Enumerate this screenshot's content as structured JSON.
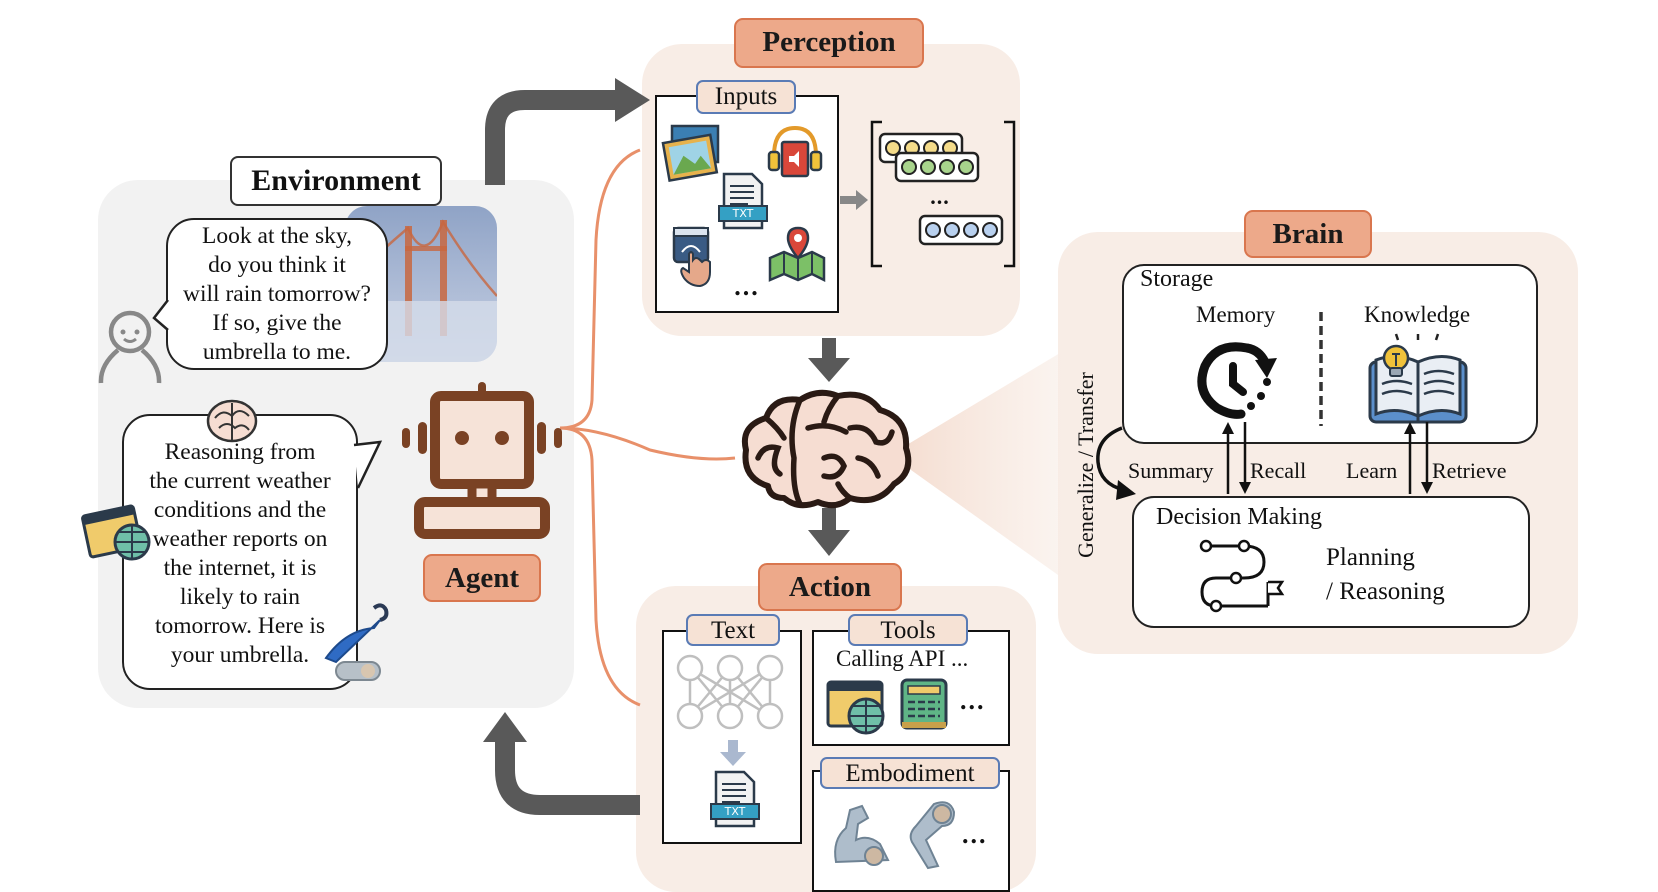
{
  "figure": {
    "title": "LLM-based Agent Framework",
    "colors": {
      "accent_fill": "#eda98a",
      "accent_border": "#d9764e",
      "module_background": "#f8ede6",
      "environment_background": "#f2f2f2",
      "arrow_gray": "#595959",
      "agent_brown": "#7a4224",
      "sub_tag_border": "#5a7bb5",
      "connector_orange": "#e8906a"
    }
  },
  "environment": {
    "title": "Environment",
    "user_message": [
      "Look at the sky,",
      "do you think it",
      "will rain tomorrow?",
      "If so, give the",
      "umbrella to me."
    ],
    "agent_response": [
      "Reasoning from",
      "the current weather",
      "conditions and the",
      "weather reports on",
      "the internet, it is",
      "likely to rain",
      "tomorrow. Here is",
      "your umbrella."
    ],
    "icons": [
      "user-icon",
      "golden-gate-fog-image",
      "small-brain-icon",
      "web-browser-icon",
      "umbrella-robot-icon"
    ]
  },
  "agent": {
    "label": "Agent",
    "icon": "robot-icon"
  },
  "perception": {
    "title": "Perception",
    "inputs_label": "Inputs",
    "input_icons": [
      "image-icon",
      "audio-icon",
      "text-file-icon",
      "touch-icon",
      "map-icon"
    ],
    "inputs_ellipsis": "...",
    "txt_badge": "TXT",
    "embeddings_ellipsis": "..."
  },
  "brain": {
    "title": "Brain",
    "storage": {
      "label": "Storage",
      "memory_label": "Memory",
      "knowledge_label": "Knowledge"
    },
    "flows": {
      "summary": "Summary",
      "recall": "Recall",
      "learn": "Learn",
      "retrieve": "Retrieve",
      "generalize": "Generalize / Transfer"
    },
    "decision": {
      "label": "Decision Making",
      "planning_line1": "Planning",
      "planning_line2": "/ Reasoning"
    }
  },
  "action": {
    "title": "Action",
    "text_label": "Text",
    "txt_badge": "TXT",
    "tools_label": "Tools",
    "tools_caption": "Calling API ...",
    "tools_ellipsis": "...",
    "embodiment_label": "Embodiment",
    "embodiment_ellipsis": "..."
  }
}
